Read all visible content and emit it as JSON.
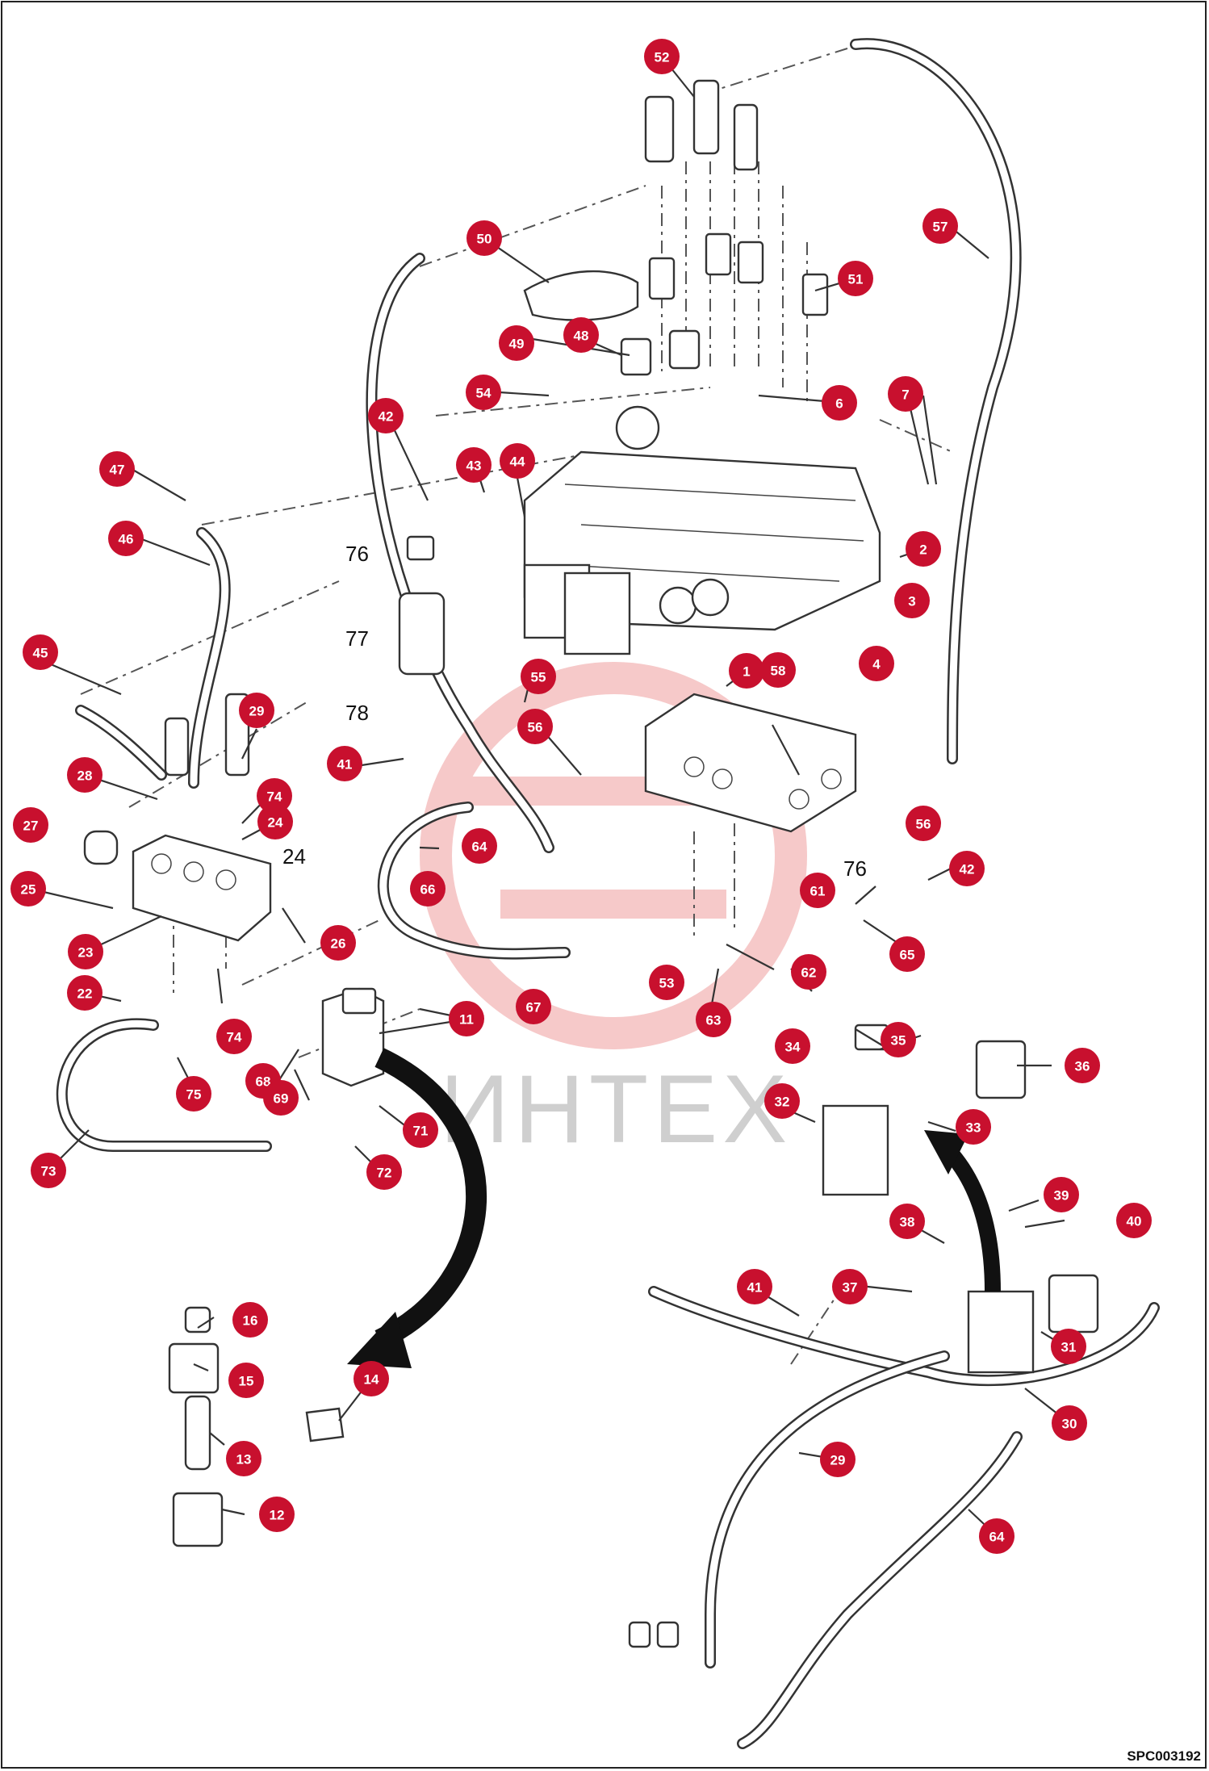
{
  "watermark": "ИНТЕХ",
  "diagram_code": "SPC003192",
  "callouts": [
    {
      "id": "c52",
      "label": "52"
    },
    {
      "id": "c50",
      "label": "50"
    },
    {
      "id": "c51",
      "label": "51"
    },
    {
      "id": "c57",
      "label": "57"
    },
    {
      "id": "c49",
      "label": "49"
    },
    {
      "id": "c48",
      "label": "48"
    },
    {
      "id": "c54",
      "label": "54"
    },
    {
      "id": "c6",
      "label": "6"
    },
    {
      "id": "c7",
      "label": "7"
    },
    {
      "id": "c42a",
      "label": "42"
    },
    {
      "id": "c43",
      "label": "43"
    },
    {
      "id": "c44",
      "label": "44"
    },
    {
      "id": "c47",
      "label": "47"
    },
    {
      "id": "c46",
      "label": "46"
    },
    {
      "id": "c2",
      "label": "2"
    },
    {
      "id": "c3",
      "label": "3"
    },
    {
      "id": "c4",
      "label": "4"
    },
    {
      "id": "c1",
      "label": "1"
    },
    {
      "id": "c58",
      "label": "58"
    },
    {
      "id": "c45",
      "label": "45"
    },
    {
      "id": "c55",
      "label": "55"
    },
    {
      "id": "c29a",
      "label": "29"
    },
    {
      "id": "c56a",
      "label": "56"
    },
    {
      "id": "c41a",
      "label": "41"
    },
    {
      "id": "c28",
      "label": "28"
    },
    {
      "id": "c74a",
      "label": "74"
    },
    {
      "id": "c24",
      "label": "24"
    },
    {
      "id": "c27",
      "label": "27"
    },
    {
      "id": "c56b",
      "label": "56"
    },
    {
      "id": "c42b",
      "label": "42"
    },
    {
      "id": "c64a",
      "label": "64"
    },
    {
      "id": "c25",
      "label": "25"
    },
    {
      "id": "c66",
      "label": "66"
    },
    {
      "id": "c61",
      "label": "61"
    },
    {
      "id": "c23",
      "label": "23"
    },
    {
      "id": "c26",
      "label": "26"
    },
    {
      "id": "c65",
      "label": "65"
    },
    {
      "id": "c53",
      "label": "53"
    },
    {
      "id": "c62",
      "label": "62"
    },
    {
      "id": "c22",
      "label": "22"
    },
    {
      "id": "c74b",
      "label": "74"
    },
    {
      "id": "c67",
      "label": "67"
    },
    {
      "id": "c63",
      "label": "63"
    },
    {
      "id": "c11",
      "label": "11"
    },
    {
      "id": "c34",
      "label": "34"
    },
    {
      "id": "c35",
      "label": "35"
    },
    {
      "id": "c36",
      "label": "36"
    },
    {
      "id": "c68",
      "label": "68"
    },
    {
      "id": "c69",
      "label": "69"
    },
    {
      "id": "c75",
      "label": "75"
    },
    {
      "id": "c32",
      "label": "32"
    },
    {
      "id": "c33",
      "label": "33"
    },
    {
      "id": "c71",
      "label": "71"
    },
    {
      "id": "c73",
      "label": "73"
    },
    {
      "id": "c72",
      "label": "72"
    },
    {
      "id": "c39",
      "label": "39"
    },
    {
      "id": "c40",
      "label": "40"
    },
    {
      "id": "c38",
      "label": "38"
    },
    {
      "id": "c41b",
      "label": "41"
    },
    {
      "id": "c37",
      "label": "37"
    },
    {
      "id": "c16",
      "label": "16"
    },
    {
      "id": "c31",
      "label": "31"
    },
    {
      "id": "c15",
      "label": "15"
    },
    {
      "id": "c14",
      "label": "14"
    },
    {
      "id": "c30",
      "label": "30"
    },
    {
      "id": "c13",
      "label": "13"
    },
    {
      "id": "c29b",
      "label": "29"
    },
    {
      "id": "c12",
      "label": "12"
    },
    {
      "id": "c64b",
      "label": "64"
    }
  ],
  "plain_labels": [
    {
      "id": "t76a",
      "label": "76"
    },
    {
      "id": "t77",
      "label": "77"
    },
    {
      "id": "t78",
      "label": "78"
    },
    {
      "id": "t24",
      "label": "24"
    },
    {
      "id": "t76b",
      "label": "76"
    }
  ]
}
